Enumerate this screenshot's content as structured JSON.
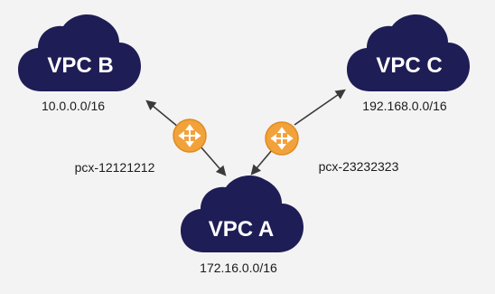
{
  "nodes": {
    "vpc_b": {
      "label": "VPC B",
      "cidr": "10.0.0.0/16"
    },
    "vpc_c": {
      "label": "VPC C",
      "cidr": "192.168.0.0/16"
    },
    "vpc_a": {
      "label": "VPC A",
      "cidr": "172.16.0.0/16"
    }
  },
  "connections": {
    "left": {
      "label": "pcx-12121212"
    },
    "right": {
      "label": "pcx-23232323"
    }
  },
  "colors": {
    "cloud": "#1f1d55",
    "router": "#f2a23a",
    "router_dark": "#e08a1e",
    "arrow": "#3a3a3a"
  },
  "icons": {
    "cloud": "cloud-icon",
    "router": "router-icon"
  }
}
